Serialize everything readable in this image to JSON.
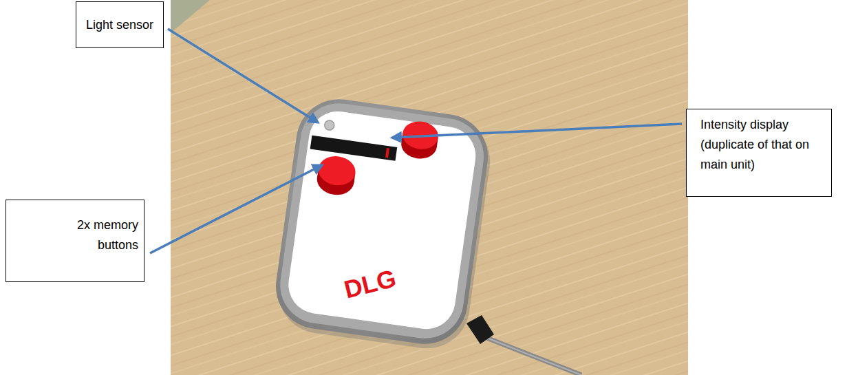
{
  "diagram": {
    "nodes": [
      {
        "text": [
          "Light sensor"
        ]
      },
      {
        "text": [
          "Intensity display (duplicate of that on main unit)"
        ]
      },
      {
        "text": [
          "2x memory buttons"
        ]
      }
    ],
    "labels": [
      "DLG"
    ]
  }
}
